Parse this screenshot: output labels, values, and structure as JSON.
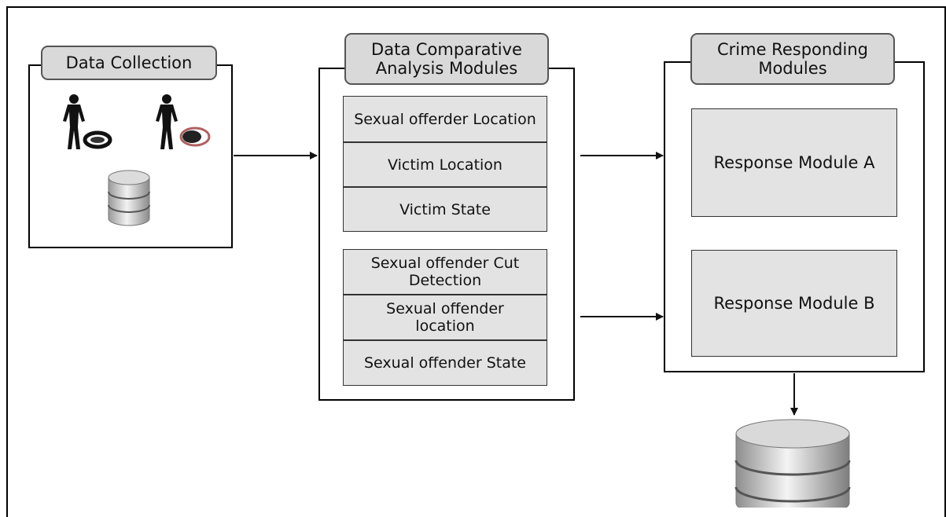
{
  "data_collection": {
    "title": "Data Collection"
  },
  "analysis": {
    "title": "Data Comparative\nAnalysis Modules",
    "group_a": [
      "Sexual offerder Location",
      "Victim Location",
      "Victim State"
    ],
    "group_b": [
      "Sexual offender Cut\nDetection",
      "Sexual offender\nlocation",
      "Sexual offender State"
    ]
  },
  "responding": {
    "title": "Crime Responding\nModules",
    "modules": [
      "Response Module A",
      "Response Module B"
    ]
  },
  "icons": {
    "person_with_band": "person-with-wristband-icon",
    "person_with_device": "person-with-tracker-icon",
    "database": "database-icon"
  }
}
